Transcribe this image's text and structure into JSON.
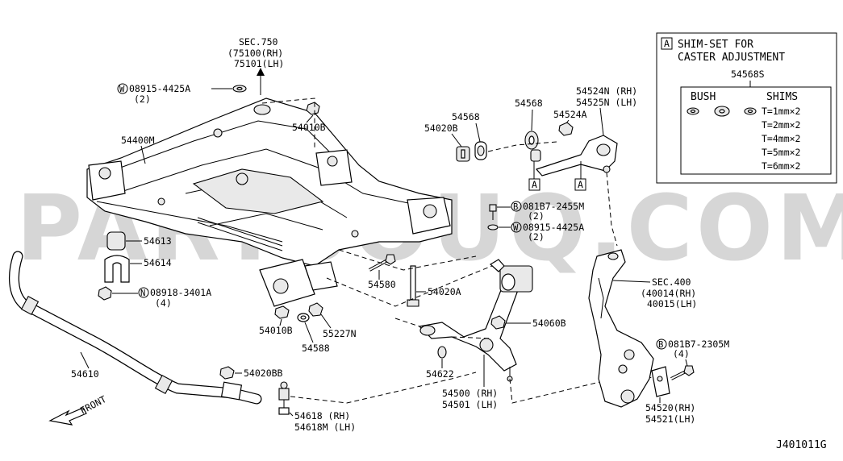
{
  "watermark": "PARTSOUQ.COM",
  "diagram_code": "J401011G",
  "front_label": "FRONT",
  "legend": {
    "marker": "A",
    "title_line1": "SHIM-SET FOR",
    "title_line2": "CASTER ADJUSTMENT",
    "set_part": "54568S",
    "bush_label": "BUSH",
    "shims_label": "SHIMS",
    "shim_sizes": [
      "T=1mm×2",
      "T=2mm×2",
      "T=4mm×2",
      "T=5mm×2",
      "T=6mm×2"
    ]
  },
  "callouts": {
    "sec750": {
      "l1": "SEC.750",
      "l2": "(75100(RH)",
      "l3": "75101(LH)"
    },
    "w_08915_top": {
      "prefix": "W",
      "code": "08915-4425A",
      "qty": "(2)"
    },
    "p54010b_top": "54010B",
    "p54400m": "54400M",
    "p54613": "54613",
    "p54614": "54614",
    "n_08918": {
      "prefix": "N",
      "code": "08918-3401A",
      "qty": "(4)"
    },
    "p54020b": "54020B",
    "p54568": "54568",
    "p54568_right": "54568",
    "p54524a": "54524A",
    "p54524n": {
      "l1": "54524N (RH)",
      "l2": "54525N (LH)"
    },
    "marker_a1": "A",
    "marker_a2": "A",
    "b_081b7_2455": {
      "prefix": "B",
      "code": "081B7-2455M",
      "qty": "(2)"
    },
    "w_08915_mid": {
      "prefix": "W",
      "code": "08915-4425A",
      "qty": "(2)"
    },
    "p54580": "54580",
    "p54020a": "54020A",
    "p54010b_bot": "54010B",
    "p55227n": "55227N",
    "p54588": "54588",
    "p54060b": "54060B",
    "sec400": {
      "l1": "SEC.400",
      "l2": "(40014(RH)",
      "l3": "40015(LH)"
    },
    "b_081b7_2305": {
      "prefix": "B",
      "code": "081B7-2305M",
      "qty": "(4)"
    },
    "p54610": "54610",
    "p54020bb": "54020BB",
    "p54622": "54622",
    "p54500": {
      "l1": "54500 (RH)",
      "l2": "54501 (LH)"
    },
    "p54618": {
      "l1": "54618 (RH)",
      "l2": "54618M (LH)"
    },
    "p54520": {
      "l1": "54520(RH)",
      "l2": "54521(LH)"
    }
  }
}
